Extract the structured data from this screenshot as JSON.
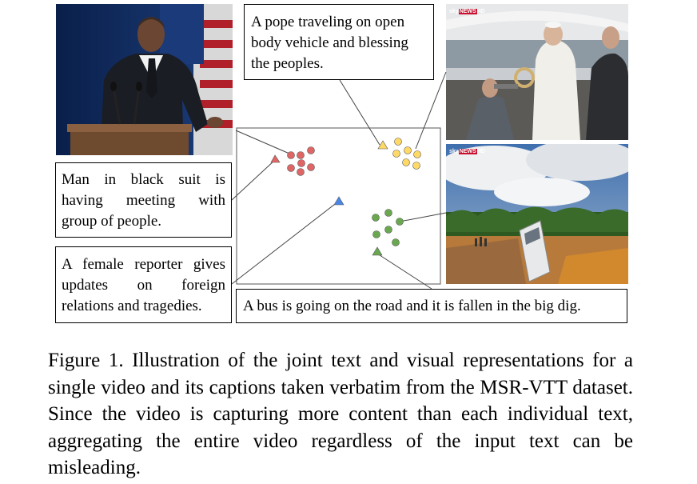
{
  "captions": {
    "man_in_suit": "Man in black suit is having meeting with group of people.",
    "pope": "A pope traveling on open body vehicle and blessing the peoples.",
    "reporter": "A female reporter gives updates on foreign relations and tragedies.",
    "bus": "A bus is going on the road and it is fallen in the big dig."
  },
  "figure_caption": "Figure 1. Illustration of the joint text and visual representations for a single video and its captions taken verbatim from the MSR-VTT dataset. Since the video is capturing more content than each individual text, aggregating the entire video regardless of the input text can be misleading.",
  "badges": {
    "pope_frame": {
      "sky": "sky",
      "news": "NEWS",
      "hd": "HD"
    },
    "bus_frame": {
      "sky": "sky",
      "news": "NEWS",
      "hd": "HD"
    }
  },
  "colors": {
    "red_cluster": "#e06666",
    "yellow_cluster": "#ffd966",
    "blue_marker": "#4a86e8",
    "green_cluster": "#6aa84f",
    "outline": "#555555"
  }
}
